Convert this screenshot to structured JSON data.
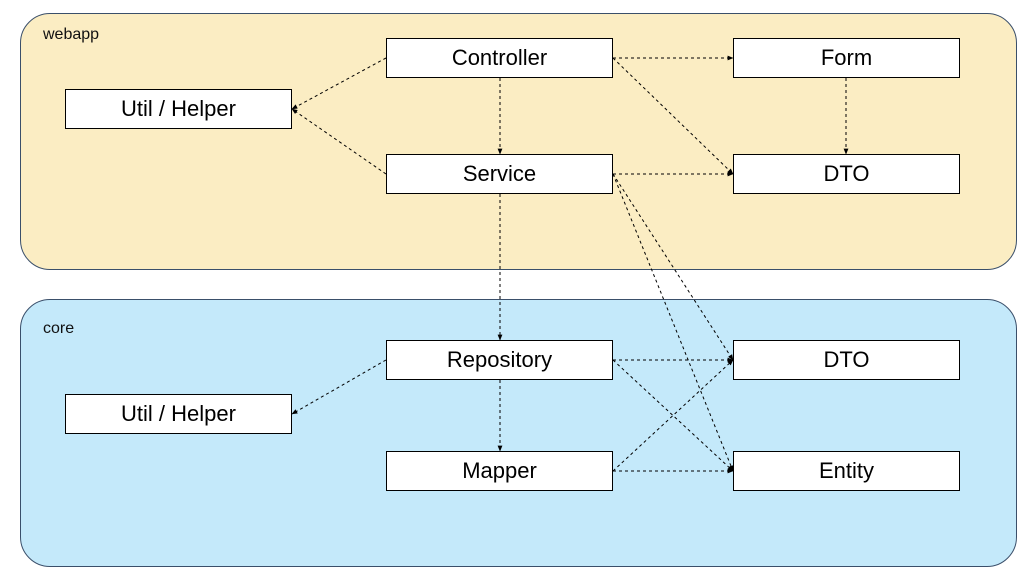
{
  "colors": {
    "webapp_fill": "#fbedc3",
    "core_fill": "#c4e9fa",
    "box_border": "#000000",
    "edge": "#000000"
  },
  "layers": {
    "webapp": {
      "label": "webapp"
    },
    "core": {
      "label": "core"
    }
  },
  "nodes": {
    "webapp_util": "Util / Helper",
    "controller": "Controller",
    "service": "Service",
    "form": "Form",
    "webapp_dto": "DTO",
    "core_util": "Util / Helper",
    "repository": "Repository",
    "mapper": "Mapper",
    "core_dto": "DTO",
    "entity": "Entity"
  },
  "edges": [
    {
      "from": "controller",
      "to": "webapp_util"
    },
    {
      "from": "service",
      "to": "webapp_util"
    },
    {
      "from": "controller",
      "to": "service"
    },
    {
      "from": "controller",
      "to": "form"
    },
    {
      "from": "controller",
      "to": "webapp_dto"
    },
    {
      "from": "form",
      "to": "webapp_dto"
    },
    {
      "from": "service",
      "to": "webapp_dto"
    },
    {
      "from": "service",
      "to": "repository"
    },
    {
      "from": "service",
      "to": "core_dto"
    },
    {
      "from": "service",
      "to": "entity"
    },
    {
      "from": "repository",
      "to": "core_util"
    },
    {
      "from": "repository",
      "to": "mapper"
    },
    {
      "from": "repository",
      "to": "core_dto"
    },
    {
      "from": "repository",
      "to": "entity"
    },
    {
      "from": "mapper",
      "to": "core_dto"
    },
    {
      "from": "mapper",
      "to": "entity"
    }
  ]
}
